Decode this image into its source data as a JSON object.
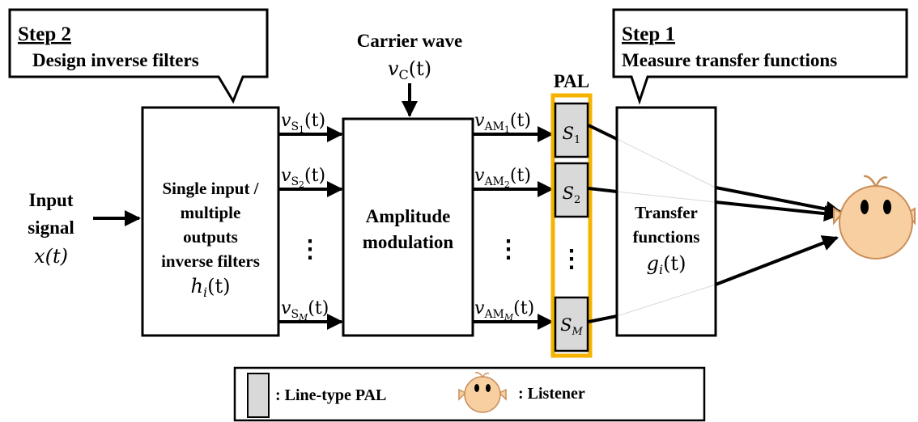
{
  "step2": {
    "title": "Step 2",
    "text": "Design inverse filters"
  },
  "step1": {
    "title": "Step 1",
    "text": "Measure transfer functions"
  },
  "carrier": {
    "label": "Carrier wave",
    "symbol_var": "v",
    "symbol_sub": "C",
    "arg": "(t)"
  },
  "pal_label": "PAL",
  "input": {
    "line1": "Input",
    "line2": "signal",
    "symbol": "x(t)"
  },
  "filter_block": {
    "line1": "Single input /",
    "line2": "multiple",
    "line3": "outputs",
    "line4": "inverse filters",
    "symbol_var": "h",
    "symbol_sub": "i",
    "arg": "(t)"
  },
  "am_block": {
    "line1": "Amplitude",
    "line2": "modulation"
  },
  "transfer_block": {
    "line1": "Transfer",
    "line2": "functions",
    "symbol_var": "g",
    "symbol_sub": "i",
    "arg": "(t)"
  },
  "vs_signals": [
    {
      "var": "v",
      "sub": "S",
      "subsub": "1",
      "arg": "(t)"
    },
    {
      "var": "v",
      "sub": "S",
      "subsub": "2",
      "arg": "(t)"
    },
    {
      "var": "v",
      "sub": "S",
      "subsub": "M",
      "arg": "(t)"
    }
  ],
  "vam_signals": [
    {
      "var": "v",
      "sub": "AM",
      "subsub": "1",
      "arg": "(t)"
    },
    {
      "var": "v",
      "sub": "AM",
      "subsub": "2",
      "arg": "(t)"
    },
    {
      "var": "v",
      "sub": "AM",
      "subsub": "M",
      "arg": "(t)"
    }
  ],
  "speakers": [
    {
      "var": "S",
      "sub": "1"
    },
    {
      "var": "S",
      "sub": "2"
    },
    {
      "var": "S",
      "sub": "M"
    }
  ],
  "ellipsis": "⋮",
  "legend": {
    "pal": ": Line-type PAL",
    "listener": ": Listener"
  },
  "colors": {
    "pal_frame": "#f5b300",
    "speaker_fill": "#d9d9d9",
    "face": "#f8cfa0",
    "face_stroke": "#c98f5a"
  }
}
